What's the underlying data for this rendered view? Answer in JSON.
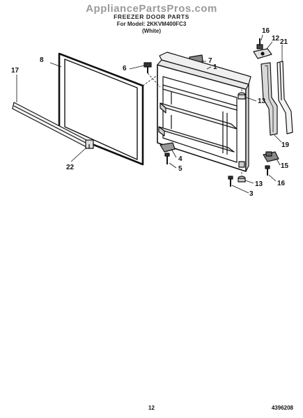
{
  "header": {
    "watermark": "AppliancePartsPros.com",
    "title": "FREEZER DOOR PARTS",
    "model_line": "For Model: 2KKVM400FC3",
    "color_line": "(White)"
  },
  "callouts": [
    {
      "id": "c8",
      "label": "8"
    },
    {
      "id": "c17",
      "label": "17"
    },
    {
      "id": "c22",
      "label": "22"
    },
    {
      "id": "c6",
      "label": "6"
    },
    {
      "id": "c7",
      "label": "7"
    },
    {
      "id": "c1",
      "label": "1"
    },
    {
      "id": "c16a",
      "label": "16"
    },
    {
      "id": "c12",
      "label": "12"
    },
    {
      "id": "c21",
      "label": "21"
    },
    {
      "id": "c13a",
      "label": "13"
    },
    {
      "id": "c19",
      "label": "19"
    },
    {
      "id": "c4",
      "label": "4"
    },
    {
      "id": "c5",
      "label": "5"
    },
    {
      "id": "c13b",
      "label": "13"
    },
    {
      "id": "c3",
      "label": "3"
    },
    {
      "id": "c15",
      "label": "15"
    },
    {
      "id": "c16b",
      "label": "16"
    }
  ],
  "footer": {
    "page_number": "12",
    "doc_number": "4396208"
  }
}
